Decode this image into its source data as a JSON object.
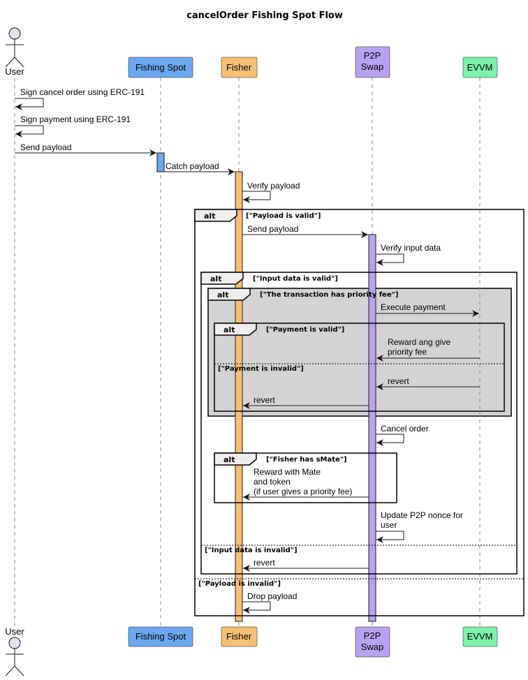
{
  "title": "cancelOrder Fishing Spot Flow",
  "participants": {
    "user": {
      "label": "User"
    },
    "fishing_spot": {
      "label": "Fishing Spot",
      "color": "#6BA8F0"
    },
    "fisher": {
      "label": "Fisher",
      "color": "#F7C073"
    },
    "p2p": {
      "label_lines": [
        "P2P",
        "Swap"
      ],
      "color": "#B8A3F0"
    },
    "evvm": {
      "label": "EVVM",
      "color": "#7DF2A9"
    }
  },
  "messages": {
    "m1": "Sign cancel order using ERC-191",
    "m2": "Sign payment using ERC-191",
    "m3": "Send payload",
    "m4": "Catch payload",
    "m5": "Verify payload",
    "m6": "Send payload",
    "m7": "Verify input data",
    "m8": "Execute payment",
    "m9_lines": [
      "Reward ang give",
      "priority fee"
    ],
    "m10": "revert",
    "m11": "revert",
    "m12": "Cancel order",
    "m13_lines": [
      "Reward with Mate",
      "and token",
      "(if user gives a priority fee)"
    ],
    "m14_lines": [
      "Update P2P nonce for",
      "user"
    ],
    "m15": "revert",
    "m16": "Drop payload"
  },
  "fragments": {
    "keyword": "alt",
    "payload_valid": "[\"Payload is valid\"]",
    "payload_invalid": "[\"Payload is invalid\"]",
    "input_valid": "[\"Input data is valid\"]",
    "input_invalid": "[\"Input data is invalid\"]",
    "priority_fee": "[\"The transaction has priority fee\"]",
    "payment_valid": "[\"Payment is valid\"]",
    "payment_invalid": "[\"Payment is invalid\"]",
    "fisher_smate": "[\"Fisher has sMate\"]"
  }
}
